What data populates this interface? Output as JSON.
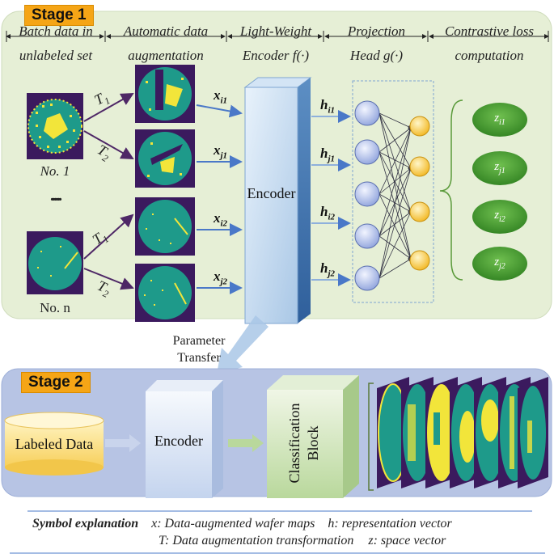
{
  "stage1": {
    "badge": "Stage 1",
    "headers": [
      {
        "line1": "Batch data in",
        "line2": "unlabeled set"
      },
      {
        "line1": "Automatic data",
        "line2": "augmentation"
      },
      {
        "line1": "Light-Weight",
        "line2": "Encoder f(·)"
      },
      {
        "line1": "Projection",
        "line2": "Head  g(·)"
      },
      {
        "line1": "Contrastive loss",
        "line2": "computation"
      }
    ],
    "sample1": "No. 1",
    "samplen": "No.  n",
    "ellipsis": "......",
    "transforms": {
      "t1": "T",
      "t1sub": "1",
      "t2": "T",
      "t2sub": "2"
    },
    "x_vectors": [
      {
        "base": "x",
        "sub": "i1"
      },
      {
        "base": "x",
        "sub": "j1"
      },
      {
        "base": "x",
        "sub": "i2"
      },
      {
        "base": "x",
        "sub": "j2"
      }
    ],
    "h_vectors": [
      {
        "base": "h",
        "sub": "i1"
      },
      {
        "base": "h",
        "sub": "j1"
      },
      {
        "base": "h",
        "sub": "i2"
      },
      {
        "base": "h",
        "sub": "j2"
      }
    ],
    "z_vectors": [
      {
        "base": "z",
        "sub": "i1"
      },
      {
        "base": "z",
        "sub": "j1"
      },
      {
        "base": "z",
        "sub": "i2"
      },
      {
        "base": "z",
        "sub": "j2"
      }
    ],
    "encoder_label": "Encoder"
  },
  "transfer": {
    "line1": "Parameter",
    "line2": "Transfer"
  },
  "stage2": {
    "badge": "Stage 2",
    "labeled_data": "Labeled Data",
    "encoder_label": "Encoder",
    "classification_line1": "Classification",
    "classification_line2": "Block"
  },
  "legend": {
    "title": "Symbol explanation",
    "item_x": "x: Data-augmented wafer maps",
    "item_h": "h: representation vector",
    "item_t": "T:  Data augmentation transformation",
    "item_z": "z: space vector"
  },
  "colors": {
    "stage1_bg": "#e6efd6",
    "stage2_bg": "#b7c4e4",
    "badge": "#f5a516",
    "wafer_purple": "#3b1a5e",
    "wafer_teal": "#1e9a8a",
    "wafer_yellow": "#f2e53a",
    "node_blue": "#aebce6",
    "node_yellow": "#fbd24a",
    "z_green": "#3f9a2e",
    "arrow_blue": "#4a78c8",
    "arrow_purple": "#4e2766"
  }
}
